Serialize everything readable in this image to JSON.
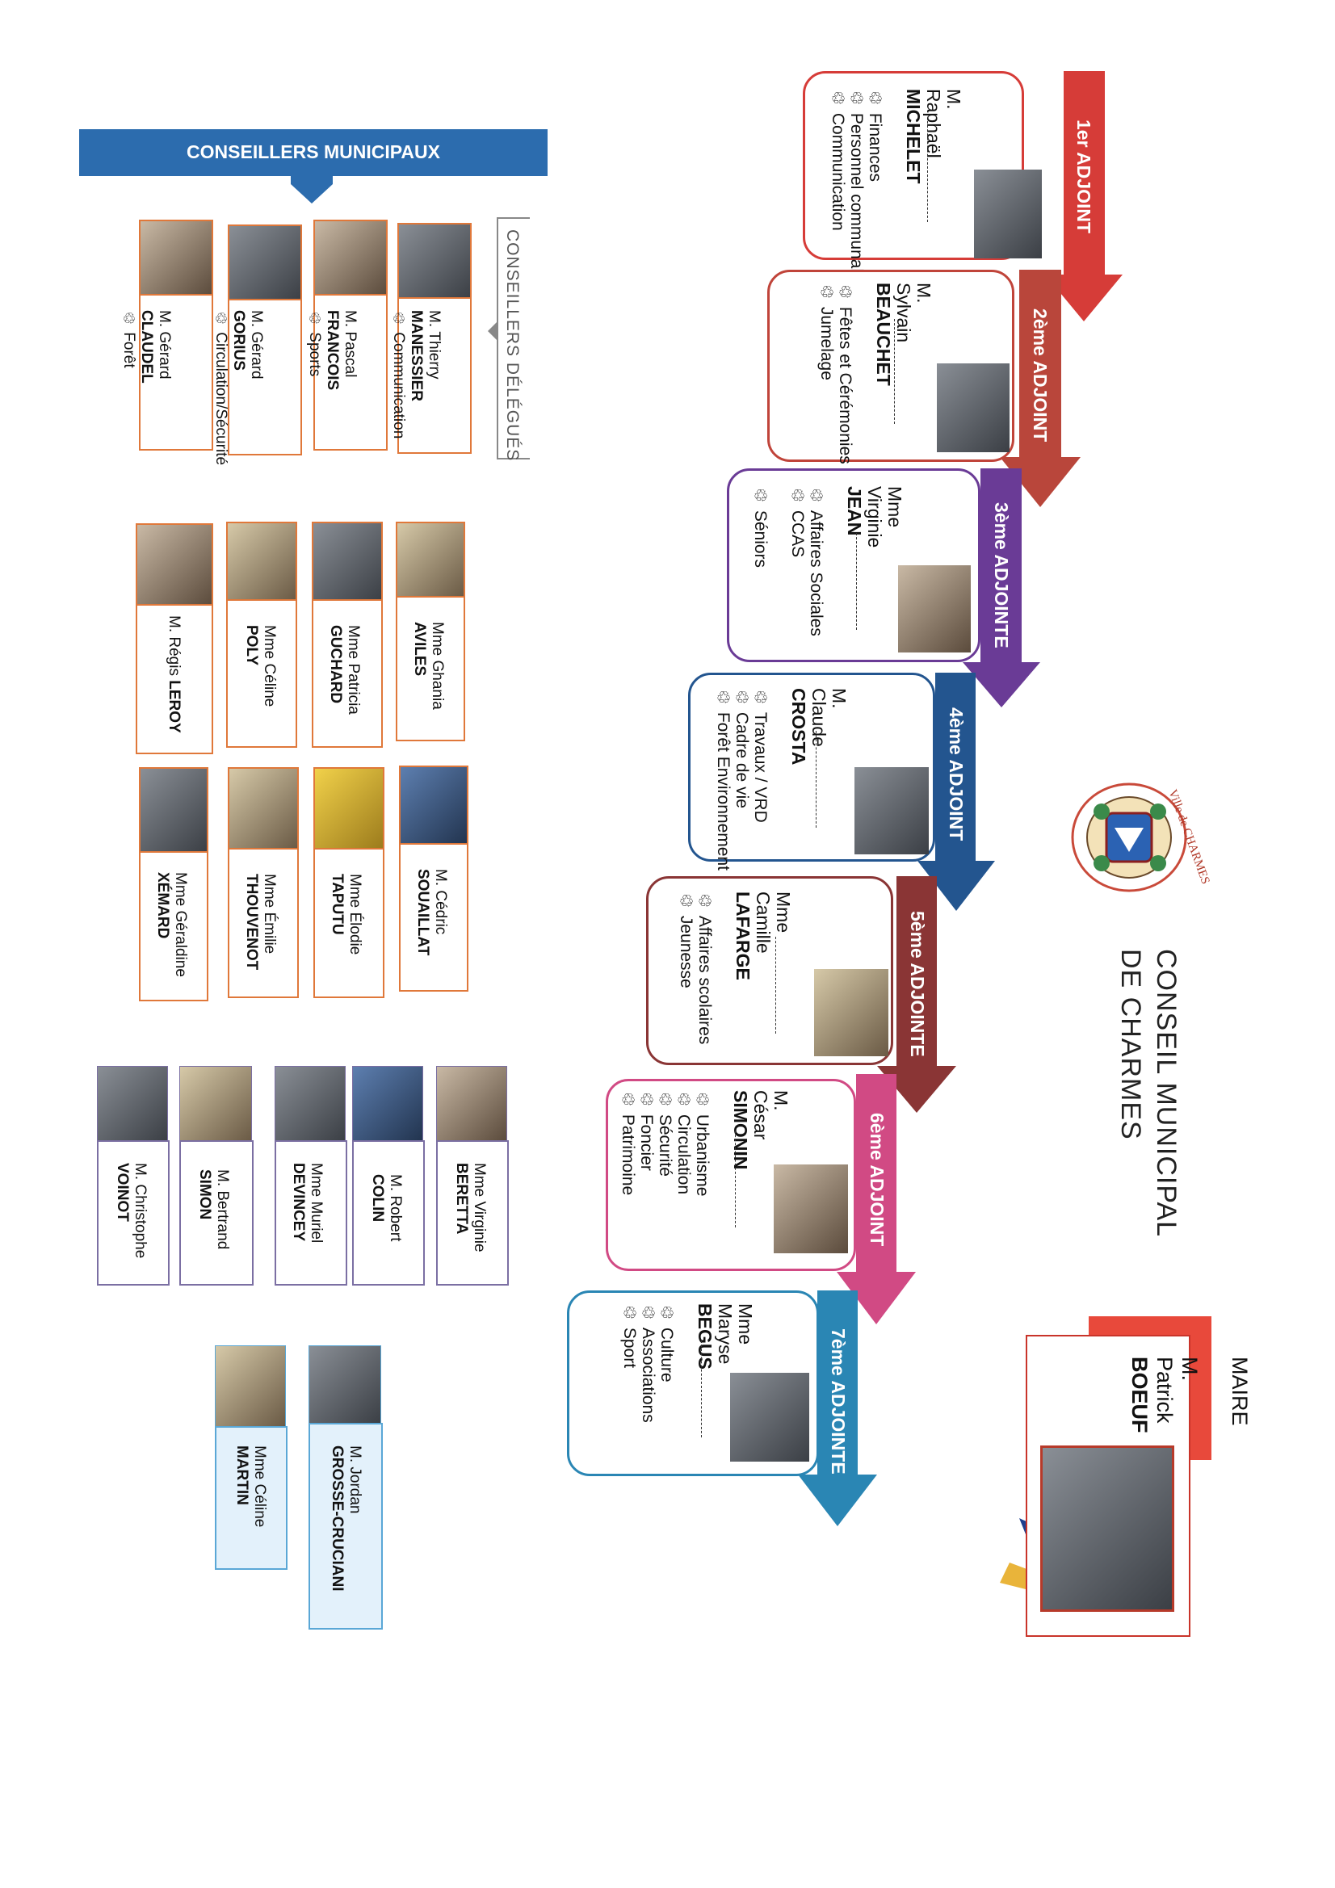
{
  "title": {
    "line1": "CONSEIL MUNICIPAL",
    "line2": "DE CHARMES"
  },
  "logo": {
    "text": "Ville de CHARMES"
  },
  "maire": {
    "role": "MAIRE",
    "civility": "M.",
    "first": "Patrick",
    "last": "BOEUF"
  },
  "adjoints": [
    {
      "label": "1er ADJOINT",
      "civility": "M.",
      "first": "Raphaël",
      "last": "MICHELET",
      "items": [
        "Finances",
        "Personnel communal",
        "Communication"
      ],
      "color": "#d63c38"
    },
    {
      "label": "2ème ADJOINT",
      "civility": "M.",
      "first": "Sylvain",
      "last": "BEAUCHET",
      "items": [
        "Fêtes et Cérémonies",
        "Jumelage"
      ],
      "color": "#c0443a"
    },
    {
      "label": "3ème ADJOINTE",
      "civility": "Mme",
      "first": "Virginie",
      "last": "JEAN",
      "items": [
        "Affaires Sociales",
        "CCAS",
        "Séniors"
      ],
      "color": "#6a3b96"
    },
    {
      "label": "4ème ADJOINT",
      "civility": "M.",
      "first": "Claude",
      "last": "CROSTA",
      "items": [
        "Travaux / VRD",
        "Cadre de vie",
        "Forêt Environnement"
      ],
      "color": "#23558f"
    },
    {
      "label": "5ème ADJOINTE",
      "civility": "Mme",
      "first": "Camille",
      "last": "LAFARGE",
      "items": [
        "Affaires scolaires",
        "Jeunesse"
      ],
      "color": "#8a3535"
    },
    {
      "label": "6ème ADJOINT",
      "civility": "M.",
      "first": "César",
      "last": "SIMONIN",
      "items": [
        "Urbanisme",
        "Circulation",
        "Sécurité",
        "Foncier",
        "Patrimoine"
      ],
      "color": "#d14a84"
    },
    {
      "label": "7ème ADJOINTE",
      "civility": "Mme",
      "first": "Maryse",
      "last": "BEGUS",
      "items": [
        "Culture",
        "Associations",
        "Sport"
      ],
      "color": "#2a86b4"
    }
  ],
  "conseillers_header": "CONSEILLERS MUNICIPAUX",
  "delegues_header": "CONSEILLERS DÉLÉGUÉS",
  "delegues": [
    {
      "civility": "M.",
      "first": "Thierry",
      "last": "MANESSIER",
      "item": "Communication"
    },
    {
      "civility": "M.",
      "first": "Pascal",
      "last": "FRANCOIS",
      "item": "Sports"
    },
    {
      "civility": "M.",
      "first": "Gérard",
      "last": "GORIUS",
      "item": "Circulation/Sécurité"
    },
    {
      "civility": "M.",
      "first": "Gérard",
      "last": "CLAUDEL",
      "item": "Forêt"
    }
  ],
  "groupe_a": [
    {
      "name": "Mme Ghania",
      "last": "AVILES"
    },
    {
      "name": "Mme Patricia",
      "last": "GUCHARD"
    },
    {
      "name": "Mme Céline",
      "last": "POLY"
    },
    {
      "name": "M. Régis",
      "last": "LEROY"
    }
  ],
  "groupe_b": [
    {
      "name": "M. Cédric",
      "last": "SOUAILLAT"
    },
    {
      "name": "Mme Élodie",
      "last": "TAPUTU"
    },
    {
      "name": "Mme Émilie",
      "last": "THOUVENOT"
    },
    {
      "name": "Mme Géraldine",
      "last": "XÉMARD"
    }
  ],
  "groupe_c": [
    {
      "name": "Mme Virginie",
      "last": "BERETTA"
    },
    {
      "name": "M. Robert",
      "last": "COLIN"
    },
    {
      "name": "Mme Muriel",
      "last": "DEVINCEY"
    },
    {
      "name": "M. Bertrand",
      "last": "SIMON"
    },
    {
      "name": "M. Christophe",
      "last": "VOINOT"
    }
  ],
  "groupe_d": [
    {
      "name": "M. Jordan",
      "last": "GROSSE-CRUCIANI"
    },
    {
      "name": "Mme Céline",
      "last": "MARTIN"
    }
  ],
  "bullet": "♲"
}
